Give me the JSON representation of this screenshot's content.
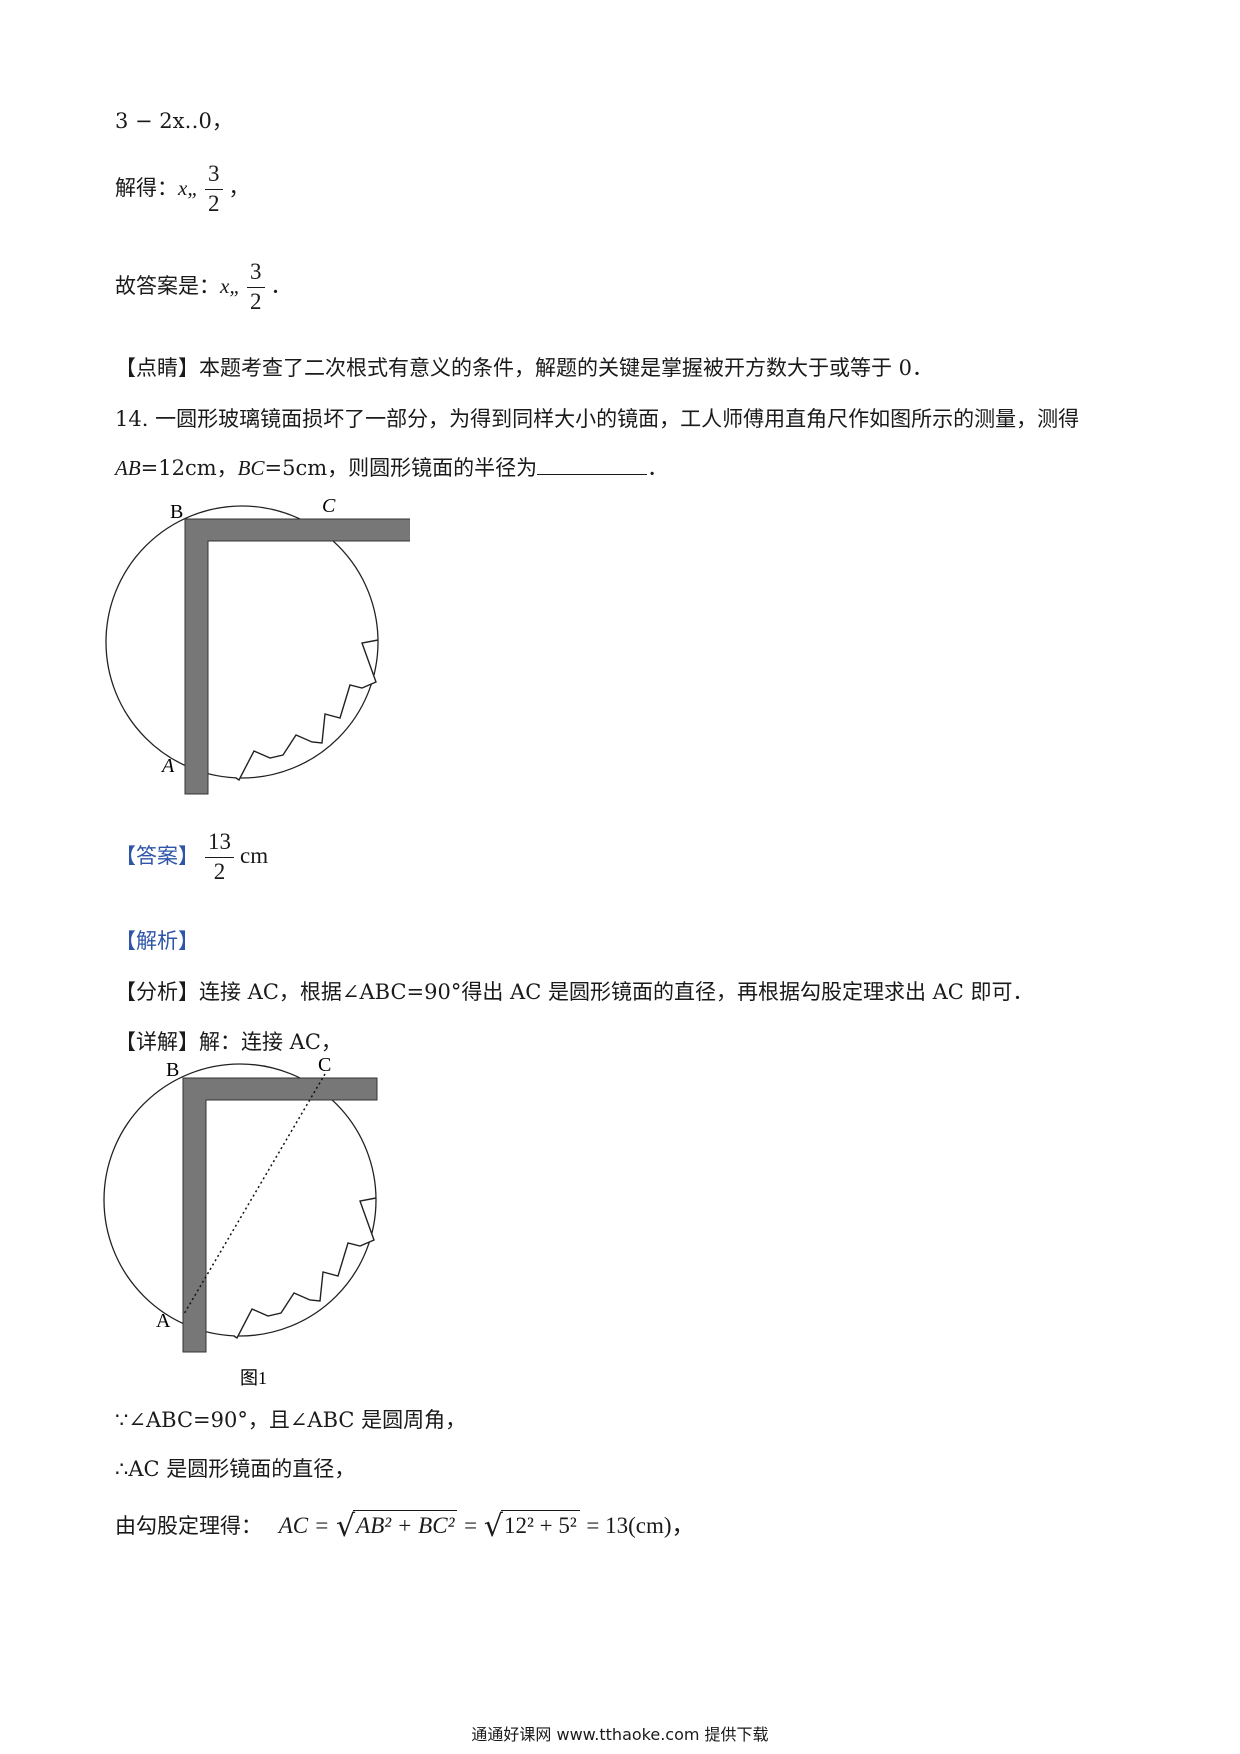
{
  "lines": {
    "l1": "3 − 2x‥0，",
    "l2_prefix": "解得：",
    "l2_var": "x„",
    "l2_num": "3",
    "l2_den": "2",
    "l2_suffix": "，",
    "l3_prefix": "故答案是：",
    "l3_var": "x„",
    "l3_num": "3",
    "l3_den": "2",
    "l3_suffix": "．",
    "dianjing_tag": "【点睛】",
    "dianjing_text": "本题考查了二次根式有意义的条件，解题的关键是掌握被开方数大于或等于 0．",
    "q14_line1": "14. 一圆形玻璃镜面损坏了一部分，为得到同样大小的镜面，工人师傅用直角尺作如图所示的测量，测得",
    "q14_line2_ab": "AB",
    "q14_line2_ab_val": "=12cm，",
    "q14_line2_bc": "BC",
    "q14_line2_bc_val": "=5cm，则圆形镜面的半径为",
    "q14_line2_end": "．",
    "answer_tag": "【答案】",
    "answer_num": "13",
    "answer_den": "2",
    "answer_unit": "cm",
    "jiexi_tag": "【解析】",
    "fenxi_tag": "【分析】",
    "fenxi_text": "连接 AC，根据∠ABC=90°得出 AC 是圆形镜面的直径，再根据勾股定理求出 AC 即可．",
    "xiangjie_tag": "【详解】",
    "xiangjie_text": "解：连接 AC，",
    "because_text": "∵∠ABC=90°，且∠ABC 是圆周角，",
    "therefore_text": "∴AC 是圆形镜面的直径，",
    "pyth_prefix": "由勾股定理得：",
    "pyth_lhs": "AC =",
    "pyth_rad1": "AB² + BC²",
    "pyth_eq2": "=",
    "pyth_rad2": "12² + 5²",
    "pyth_result": "= 13(cm)，"
  },
  "figure1": {
    "label_b": "B",
    "label_c": "C",
    "label_a": "A"
  },
  "figure2": {
    "label_b": "B",
    "label_c": "C",
    "label_a": "A",
    "caption": "图1"
  },
  "footer": {
    "text": "通通好课网  www.tthaoke.com  提供下载"
  }
}
